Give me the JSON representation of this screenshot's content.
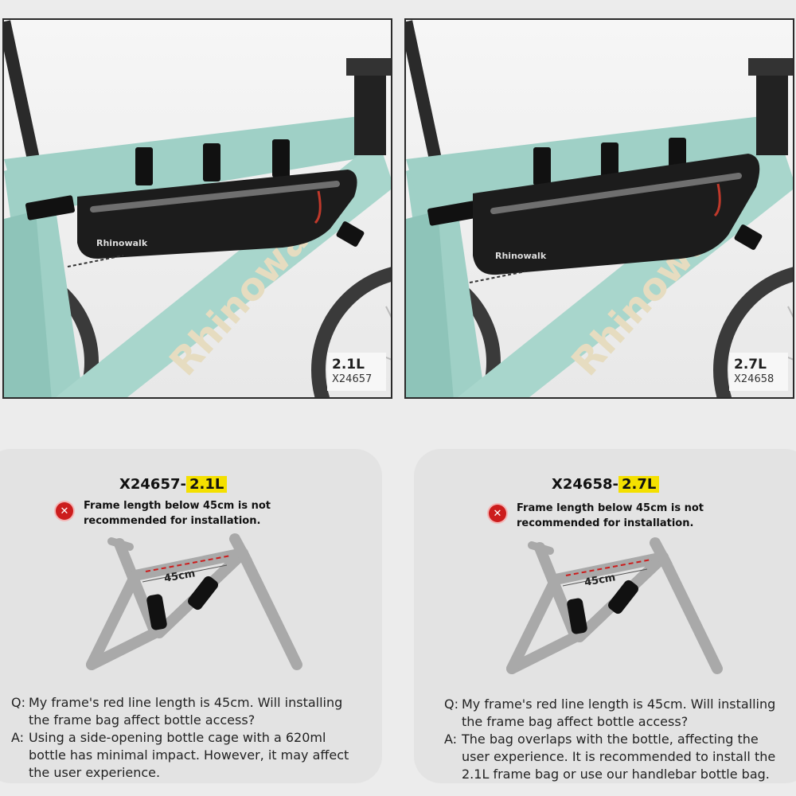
{
  "photos": [
    {
      "volume": "2.1L",
      "code": "X24657",
      "brand": "Rhinowalk",
      "frame_brand": "Rhinowalk"
    },
    {
      "volume": "2.7L",
      "code": "X24658",
      "brand": "Rhinowalk",
      "frame_brand": "Rhinowalk"
    }
  ],
  "cards": [
    {
      "model_prefix": "X24657-",
      "model_volume": "2.1L",
      "warn_line1": "Frame length below 45cm is not",
      "warn_line2": "recommended for installation.",
      "measure": "45cm",
      "q_label": "Q:",
      "q_line1": "My frame's red line length is 45cm. Will installing",
      "q_line2": "the frame bag affect bottle access?",
      "a_label": "A:",
      "a_line1": "Using a side-opening bottle cage with a 620ml",
      "a_line2": "bottle has minimal impact. However, it may affect",
      "a_line3": "the user experience."
    },
    {
      "model_prefix": "X24658-",
      "model_volume": "2.7L",
      "warn_line1": "Frame length below 45cm is not",
      "warn_line2": "recommended for installation.",
      "measure": "45cm",
      "q_label": "Q:",
      "q_line1": "My frame's red line length is 45cm. Will installing",
      "q_line2": "the frame bag affect bottle access?",
      "a_label": "A:",
      "a_line1": "The bag overlaps with the bottle, affecting the",
      "a_line2": "user experience. It is recommended to install the",
      "a_line3": "2.1L frame bag or use our handlebar bottle bag."
    }
  ],
  "warn_glyph": "✕",
  "colors": {
    "frame": "#9fd0c6",
    "frame_dark": "#7fb6ab",
    "bag": "#1c1c1c",
    "highlight": "#f4e000",
    "warn": "#cc1d1d",
    "diagram": "#a9a9a9"
  }
}
